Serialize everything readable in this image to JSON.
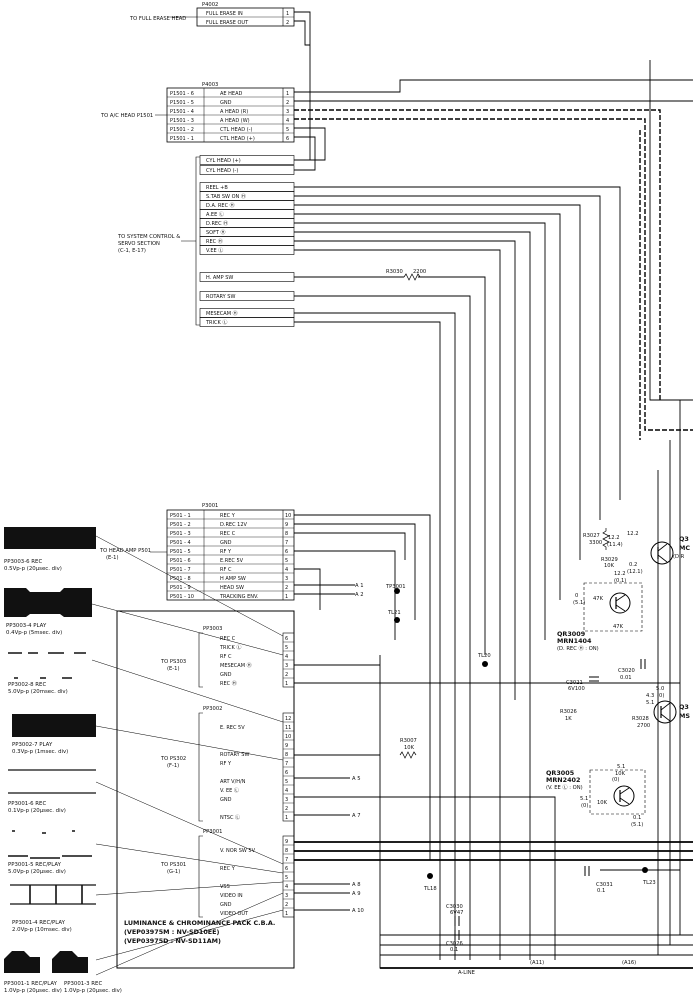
{
  "title_lines": [
    "LUMINANCE & CHROMINANCE PACK C.B.A.",
    "(VEP03975M : NV-SD10EE)",
    "(VEP03975D : NV-SD11AM)"
  ],
  "labels": {
    "full_erase": "TO FULL ERASE HEAD",
    "ac_head": "TO A/C HEAD P1501",
    "system_control": [
      "TO SYSTEM CONTROL &",
      "SERVO SECTION",
      "(C-1, E-17)"
    ],
    "head_amp": [
      "TO HEAD AMP P501",
      "(E-1)"
    ],
    "ps303": [
      "TO PS303",
      "(E-1)"
    ],
    "ps302": [
      "TO PS302",
      "(F-1)"
    ],
    "ps301": [
      "TO PS301",
      "(G-1)"
    ],
    "a_line": "A-LINE",
    "a11": "(A11)",
    "a16": "(A16)"
  },
  "connectors": {
    "p4002": {
      "name": "P4002",
      "pins": [
        {
          "sig": "FULL ERASE IN",
          "num": "1"
        },
        {
          "sig": "FULL ERASE OUT",
          "num": "2"
        }
      ]
    },
    "p4003": {
      "name": "P4003",
      "pins": [
        {
          "src": "P1501 - 6",
          "sig": "AE HEAD",
          "num": "1"
        },
        {
          "src": "P1501 - 5",
          "sig": "GND",
          "num": "2"
        },
        {
          "src": "P1501 - 4",
          "sig": "A HEAD (R)",
          "num": "3"
        },
        {
          "src": "P1501 - 3",
          "sig": "A HEAD (W)",
          "num": "4"
        },
        {
          "src": "P1501 - 2",
          "sig": "CTL HEAD (-)",
          "num": "5"
        },
        {
          "src": "P1501 - 1",
          "sig": "CTL HEAD (+)",
          "num": "6"
        }
      ]
    },
    "sys": {
      "pins": [
        "CYL HEAD (+)",
        "CYL HEAD (-)",
        "REEL +B",
        "S.TAB SW ON Ⓗ",
        "D.A. REC Ⓗ",
        "A.EE Ⓛ",
        "D.REC Ⓗ",
        "SOFT Ⓗ",
        "REC Ⓗ",
        "V.EE Ⓛ",
        "H. AMP SW",
        "ROTARY SW",
        "MESECAM Ⓗ",
        "TRICK Ⓛ"
      ]
    },
    "p3001": {
      "name": "P3001",
      "pins": [
        {
          "src": "P501 - 1",
          "sig": "REC Y",
          "num": "10"
        },
        {
          "src": "P501 - 2",
          "sig": "D.REC 12V",
          "num": "9"
        },
        {
          "src": "P501 - 3",
          "sig": "REC C",
          "num": "8"
        },
        {
          "src": "P501 - 4",
          "sig": "GND",
          "num": "7"
        },
        {
          "src": "P501 - 5",
          "sig": "RF Y",
          "num": "6"
        },
        {
          "src": "P501 - 6",
          "sig": "E.REC 5V",
          "num": "5"
        },
        {
          "src": "P501 - 7",
          "sig": "RF C",
          "num": "4"
        },
        {
          "src": "P501 - 8",
          "sig": "H AMP SW",
          "num": "3"
        },
        {
          "src": "P501 - 9",
          "sig": "HEAD SW",
          "num": "2"
        },
        {
          "src": "P501 - 10",
          "sig": "TRACKING ENV.",
          "num": "1"
        }
      ]
    },
    "pp3003": {
      "name": "PP3003",
      "pins": [
        {
          "sig": "REC C",
          "num": "6"
        },
        {
          "sig": "TRICK Ⓛ",
          "num": "5"
        },
        {
          "sig": "RF C",
          "num": "4"
        },
        {
          "sig": "MESECAM Ⓗ",
          "num": "3"
        },
        {
          "sig": "GND",
          "num": "2"
        },
        {
          "sig": "REC Ⓗ",
          "num": "1"
        }
      ]
    },
    "pp3002": {
      "name": "PP3002",
      "pins": [
        {
          "sig": "",
          "num": "12"
        },
        {
          "sig": "E. REC 5V",
          "num": "11"
        },
        {
          "sig": "",
          "num": "10"
        },
        {
          "sig": "",
          "num": "9"
        },
        {
          "sig": "ROTARY SW",
          "num": "8"
        },
        {
          "sig": "RF Y",
          "num": "7"
        },
        {
          "sig": "",
          "num": "6"
        },
        {
          "sig": "ART V/H/N",
          "num": "5"
        },
        {
          "sig": "V. EE Ⓛ",
          "num": "4"
        },
        {
          "sig": "GND",
          "num": "3"
        },
        {
          "sig": "",
          "num": "2"
        },
        {
          "sig": "NTSC Ⓛ",
          "num": "1"
        }
      ]
    },
    "pp3001": {
      "name": "PP3001",
      "pins": [
        {
          "sig": "",
          "num": "9"
        },
        {
          "sig": "V. NOR SW 5V",
          "num": "8"
        },
        {
          "sig": "",
          "num": "7"
        },
        {
          "sig": "REC Y",
          "num": "6"
        },
        {
          "sig": "",
          "num": "5"
        },
        {
          "sig": "VSS",
          "num": "4"
        },
        {
          "sig": "VIDEO IN",
          "num": "3"
        },
        {
          "sig": "GND",
          "num": "2"
        },
        {
          "sig": "VIDEO OUT",
          "num": "1"
        }
      ]
    }
  },
  "arrow_refs": {
    "a1": "A 1",
    "a2": "A 2",
    "a5": "A 5",
    "a7": "A 7",
    "a8": "A 8",
    "a9": "A 9",
    "a10": "A 10"
  },
  "components": {
    "r3030": "R3030",
    "r3030_val": "2200",
    "r3027": "R3027",
    "r3027_val": "3300",
    "r3029": "R3029",
    "r3029_val": "10K",
    "r3026": "R3026",
    "r3026_val": "1K",
    "r3028": "R3028",
    "r3028_val": "2700",
    "r3007": "R3007",
    "r3007_val": "10K",
    "c3020": "C3020",
    "c3020_val": "0.01",
    "c3021": "C3021",
    "c3021_val": "6V100",
    "c3031": "C3031",
    "c3031_val": "0.1",
    "c3030": "C3030",
    "c3030_val": "6V47",
    "c3026": "C3026",
    "c3026_val": "0.1",
    "qr3009": "QR3009",
    "qr3009_part": "MRN1404",
    "qr3009_note": "(D. REC Ⓗ : ON)",
    "qr3005": "QR3005",
    "qr3005_part": "MRN2402",
    "qr3005_note": "(V. EE Ⓛ : ON)",
    "q_top": "Q3",
    "q_top_part": "MC",
    "q_top_note": "(D.R",
    "q_mid": "Q3",
    "q_mid_part": "MS",
    "tp3001": "TP3001",
    "tl21": "TL21",
    "tl20": "TL20",
    "tl18": "TL18",
    "tl23": "TL23",
    "v_12_2a": "12.2",
    "v_11_4": "(11.4)",
    "v_12_2b": "12.2",
    "v_0_2": "0.2",
    "v_12_1": "(12.1)",
    "v_12_2c": "12.2",
    "v_0_1": "(0.1)",
    "v_0": "0",
    "v_5_1": "(5.1)",
    "v_4_3": "4.3",
    "v_5_0": "5.0",
    "v_0b": "(0)",
    "v_5_1b": "5.1",
    "v_5_1c": "5.1",
    "v_0c": "(0)",
    "v_5_1d": "5.1",
    "v_0d": "(0)",
    "v_0_1b": "0.1",
    "v_5_1e": "(5.1)",
    "r47k_a": "47K",
    "r47k_b": "47K",
    "r10k_a": "10K",
    "r10k_b": "10K"
  },
  "waveforms": [
    {
      "id": "PP3003-6 REC",
      "scale": "0.5Vp-p (20μsec. div)"
    },
    {
      "id": "PP3003-4 PLAY",
      "scale": "0.4Vp-p (5msec. div)"
    },
    {
      "id": "PP3002-8 REC",
      "scale": "5.0Vp-p (20msec. div)"
    },
    {
      "id": "PP3002-7 PLAY",
      "scale": "0.3Vp-p (1msec. div)"
    },
    {
      "id": "PP3001-6 REC",
      "scale": "0.1Vp-p (20μsec. div)"
    },
    {
      "id": "PP3001-5 REC/PLAY",
      "scale": "5.0Vp-p (20μsec. div)"
    },
    {
      "id": "PP3001-4 REC/PLAY",
      "scale": "2.0Vp-p (10msec. div)"
    },
    {
      "id": "PP3001-1 REC/PLAY",
      "scale": "1.0Vp-p (20μsec. div)"
    },
    {
      "id": "PP3001-3 REC",
      "scale": "1.0Vp-p (20μsec. div)"
    }
  ]
}
